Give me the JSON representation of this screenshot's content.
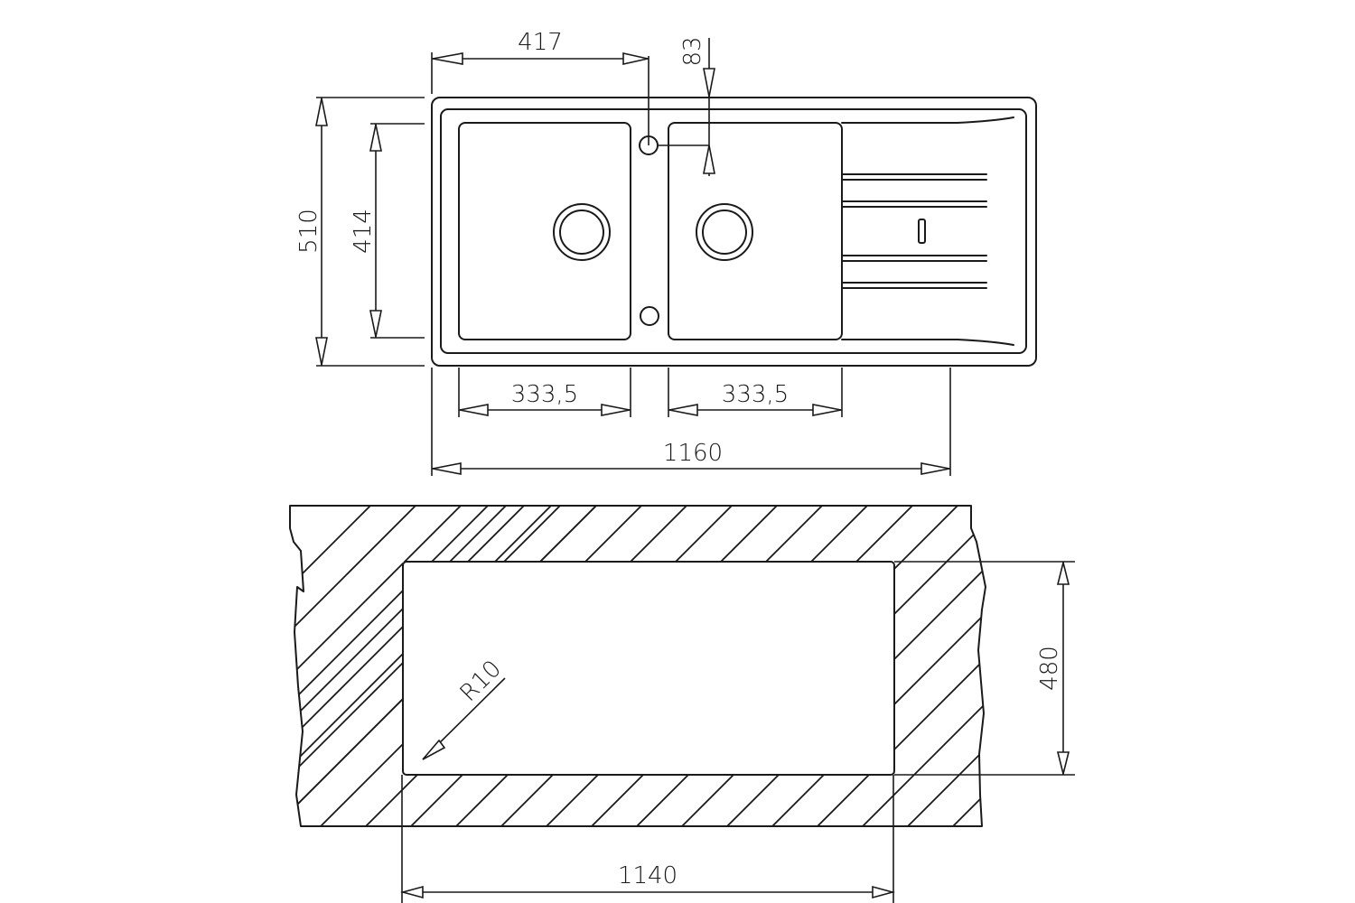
{
  "drawing": {
    "title": "Double bowl sink with drainer - dimensions and cut-out",
    "units": "mm",
    "line_color": "#1a1a1a",
    "background": "#ffffff"
  },
  "top_view": {
    "dimensions": {
      "overall_width": "1160",
      "overall_depth": "510",
      "bowl_depth": "414",
      "left_bowl_width": "333,5",
      "right_bowl_width": "333,5",
      "tap_hole_offset_x": "417",
      "tap_hole_offset_y": "83"
    },
    "features": [
      "left-bowl",
      "right-bowl",
      "left-drain",
      "right-drain",
      "tap-hole",
      "overflow-hole",
      "drainer-ribs",
      "drainer-slot"
    ]
  },
  "cutout_view": {
    "dimensions": {
      "cutout_width": "1140",
      "cutout_depth": "480",
      "corner_radius": "R10"
    }
  }
}
